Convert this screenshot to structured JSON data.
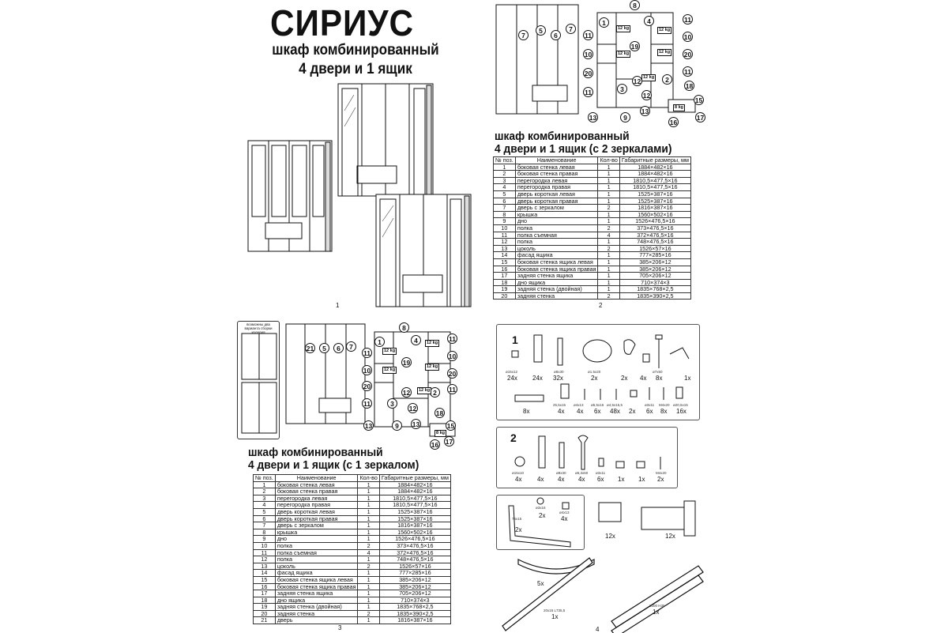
{
  "page1": {
    "title": "СИРИУС",
    "subtitle_line1": "шкаф комбинированный",
    "subtitle_line2": "4 двери и 1 ящик",
    "page_number": "1"
  },
  "page2": {
    "heading_line1": "шкаф комбинированный",
    "heading_line2": "4 двери и 1 ящик (с 2 зеркалами)",
    "page_number": "2",
    "table": {
      "headers": [
        "№ поз.",
        "Наименование",
        "Кол-во",
        "Габаритные размеры, мм"
      ],
      "rows": [
        [
          "1",
          "боковая стенка левая",
          "1",
          "1884×482×16"
        ],
        [
          "2",
          "боковая стенка правая",
          "1",
          "1884×482×16"
        ],
        [
          "3",
          "перегородка левая",
          "1",
          "1810,5×477,5×16"
        ],
        [
          "4",
          "перегородка правая",
          "1",
          "1810,5×477,5×16"
        ],
        [
          "5",
          "дверь короткая левая",
          "1",
          "1525×387×16"
        ],
        [
          "6",
          "дверь короткая правая",
          "1",
          "1525×387×16"
        ],
        [
          "7",
          "дверь с зеркалом",
          "2",
          "1816×387×16"
        ],
        [
          "8",
          "крышка",
          "1",
          "1560×502×16"
        ],
        [
          "9",
          "дно",
          "1",
          "1526×476,5×16"
        ],
        [
          "10",
          "полка",
          "2",
          "373×476,5×16"
        ],
        [
          "11",
          "полка съемная",
          "4",
          "372×476,5×16"
        ],
        [
          "12",
          "полка",
          "1",
          "748×476,5×16"
        ],
        [
          "13",
          "цоколь",
          "2",
          "1526×57×16"
        ],
        [
          "14",
          "фасад ящика",
          "1",
          "777×285×16"
        ],
        [
          "15",
          "боковая стенка ящика левая",
          "1",
          "385×206×12"
        ],
        [
          "16",
          "боковая стенка ящика правая",
          "1",
          "385×206×12"
        ],
        [
          "17",
          "задняя стенка ящика",
          "1",
          "705×206×12"
        ],
        [
          "18",
          "дно ящика",
          "1",
          "710×374×3"
        ],
        [
          "19",
          "задняя стенка (двойная)",
          "1",
          "1835×768×2,5"
        ],
        [
          "20",
          "задняя стенка",
          "2",
          "1835×390×2,5"
        ]
      ]
    },
    "callouts": [
      "8",
      "1",
      "4",
      "11",
      "7",
      "5",
      "6",
      "7",
      "11",
      "10",
      "19",
      "10",
      "20",
      "12",
      "2",
      "20",
      "11",
      "11",
      "3",
      "12",
      "18",
      "13",
      "9",
      "13",
      "15",
      "16",
      "17"
    ],
    "kg": "12 kg",
    "kg_drawer": "8 kg"
  },
  "page3": {
    "note": "возможны два варианта сборки изделия",
    "heading_line1": "шкаф комбинированный",
    "heading_line2": "4 двери и 1 ящик (с 1 зеркалом)",
    "page_number": "3",
    "table": {
      "headers": [
        "№ поз.",
        "Наименование",
        "Кол-во",
        "Габаритные размеры, мм"
      ],
      "rows": [
        [
          "1",
          "боковая стенка левая",
          "1",
          "1884×482×16"
        ],
        [
          "2",
          "боковая стенка правая",
          "1",
          "1884×482×16"
        ],
        [
          "3",
          "перегородка левая",
          "1",
          "1810,5×477,5×16"
        ],
        [
          "4",
          "перегородка правая",
          "1",
          "1810,5×477,5×16"
        ],
        [
          "5",
          "дверь короткая левая",
          "1",
          "1525×387×16"
        ],
        [
          "6",
          "дверь короткая правая",
          "1",
          "1525×387×16"
        ],
        [
          "7",
          "дверь с зеркалом",
          "1",
          "1816×387×16"
        ],
        [
          "8",
          "крышка",
          "1",
          "1560×502×16"
        ],
        [
          "9",
          "дно",
          "1",
          "1526×476,5×16"
        ],
        [
          "10",
          "полка",
          "2",
          "373×476,5×16"
        ],
        [
          "11",
          "полка съемная",
          "4",
          "372×476,5×16"
        ],
        [
          "12",
          "полка",
          "1",
          "748×476,5×16"
        ],
        [
          "13",
          "цоколь",
          "2",
          "1526×57×16"
        ],
        [
          "14",
          "фасад ящика",
          "1",
          "777×285×16"
        ],
        [
          "15",
          "боковая стенка ящика левая",
          "1",
          "385×206×12"
        ],
        [
          "16",
          "боковая стенка ящика правая",
          "1",
          "385×206×12"
        ],
        [
          "17",
          "задняя стенка ящика",
          "1",
          "705×206×12"
        ],
        [
          "18",
          "дно ящика",
          "1",
          "710×374×3"
        ],
        [
          "19",
          "задняя стенка (двойная)",
          "1",
          "1835×768×2,5"
        ],
        [
          "20",
          "задняя стенка",
          "2",
          "1835×390×2,5"
        ],
        [
          "21",
          "дверь",
          "1",
          "1816×387×16"
        ]
      ]
    },
    "callouts": [
      "8",
      "1",
      "4",
      "11",
      "21",
      "5",
      "6",
      "7",
      "11",
      "10",
      "19",
      "10",
      "20",
      "12",
      "2",
      "20",
      "11",
      "11",
      "3",
      "12",
      "18",
      "13",
      "9",
      "13",
      "15",
      "16",
      "17"
    ],
    "kg": "12 kg",
    "kg_drawer": "8 kg"
  },
  "page4": {
    "page_number": "4",
    "panel1": {
      "number": "1",
      "counts_top": [
        "24x",
        "24x",
        "32x",
        "2x",
        "2x",
        "4x",
        "8x",
        "1x"
      ],
      "dims_top": [
        "ø15x12",
        "",
        "ø8x30",
        "ø1.5x20",
        "",
        "",
        "ø7x50",
        ""
      ],
      "counts_bottom": [
        "8x",
        "4x",
        "4x",
        "6x",
        "48x",
        "2x",
        "6x",
        "8x",
        "16x"
      ],
      "dims_bottom": [
        "",
        "25,5x15",
        "ø4x13",
        "ø5,5x15",
        "ø4,5x15,5",
        "",
        "ø3x11",
        "M4x20",
        "ø20,5x15"
      ]
    },
    "panel2": {
      "number": "2",
      "counts": [
        "4x",
        "4x",
        "4x",
        "4x",
        "6x",
        "1x",
        "1x",
        "2x"
      ],
      "dims": [
        "ø15x10",
        "",
        "ø8x30",
        "ø6,3x60",
        "ø3x11",
        "",
        "",
        "M4x20"
      ]
    },
    "panel3": {
      "counts": [
        "2x",
        "4x",
        "12x",
        "12x"
      ],
      "dims": [
        "ø3x16",
        "ø4x13",
        "75x15"
      ]
    },
    "panel4": {
      "counts": [
        "5x",
        "1x",
        "1x"
      ],
      "dims": [
        "20x15 L735,5",
        "L300 H35"
      ]
    }
  }
}
